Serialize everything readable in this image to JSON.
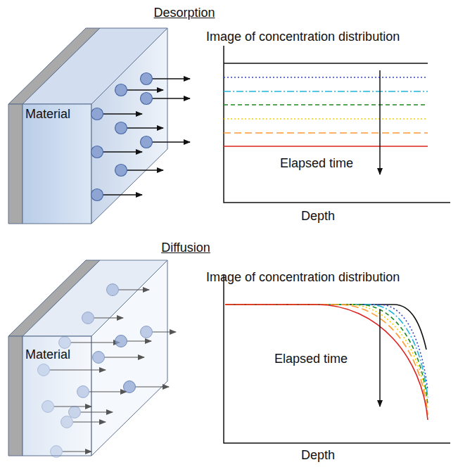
{
  "diagram": {
    "nodes": [
      {
        "text": [
          "Material"
        ]
      },
      {
        "text": [
          "Material"
        ]
      }
    ],
    "labels": [
      "Desorption",
      "Image of concentration distribution",
      "Elapsed time",
      "Depth",
      "Diffusion",
      "Image of concentration distribution",
      "Elapsed time",
      "Depth"
    ]
  }
}
